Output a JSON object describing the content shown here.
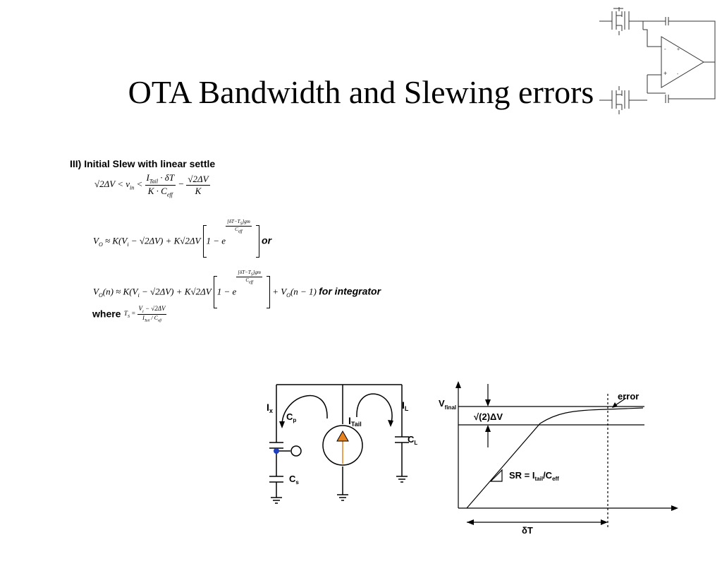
{
  "slide": {
    "title": "OTA Bandwidth and Slewing errors",
    "subtitle": "III) Initial Slew with linear settle",
    "eq1": {
      "lhs": "√2ΔV < v",
      "lhs_sub": "in",
      "lt": "<",
      "frac1_num": "I",
      "frac1_num_sub": "Tail",
      "frac1_num_rest": "· δT",
      "frac1_den": "K · C",
      "frac1_den_sub": "eff",
      "minus": "−",
      "frac2_num": "√2ΔV",
      "frac2_den": "K"
    },
    "eq2": {
      "text": "V",
      "sub_o": "O",
      "body": "≈ K(V",
      "sub_i": "i",
      "body2": "− √2ΔV) + K√2ΔV",
      "bracket": "1 − e",
      "exp_num": "[δT−T",
      "exp_num_sub": "S",
      "exp_num_rest": "]gm",
      "exp_den": "C",
      "exp_den_sub": "eff",
      "suffix": "or"
    },
    "eq3": {
      "text": "V",
      "sub_o": "O",
      "body": "(n) ≈ K(V",
      "sub_i": "i",
      "body2": "− √2ΔV) + K√2ΔV",
      "bracket": "1 − e",
      "exp_num": "[δT−T",
      "exp_num_sub": "S",
      "exp_num_rest": "]gm",
      "exp_den": "C",
      "exp_den_sub": "eff",
      "tail": "+ V",
      "tail_sub": "O",
      "tail_rest": "(n − 1)",
      "suffix": "for integrator"
    },
    "eq4": {
      "where": "where",
      "ts": "T",
      "ts_sub": "S",
      "eq": "=",
      "num": "V",
      "num_sub": "i",
      "num_rest": "− √2ΔV",
      "den_num": "I",
      "den_num_sub": "Tail",
      "den_den": "C",
      "den_den_sub": "eff"
    }
  },
  "circuit": {
    "ix": "I",
    "ix_sub": "x",
    "cp": "C",
    "cp_sub": "p",
    "cs": "C",
    "cs_sub": "s",
    "itail": "I",
    "itail_sub": "Tail",
    "il": "I",
    "il_sub": "L",
    "cl": "C",
    "cl_sub": "L"
  },
  "graph": {
    "vfinal": "V",
    "vfinal_sub": "final",
    "error": "error",
    "dv": "√(2)ΔV",
    "sr": "SR = I",
    "sr_sub1": "tail",
    "sr_mid": "/C",
    "sr_sub2": "eff",
    "dt": "δT"
  },
  "colors": {
    "source_fill": "#e8821e",
    "node_dot": "#1f3fbf",
    "line": "#000000"
  }
}
